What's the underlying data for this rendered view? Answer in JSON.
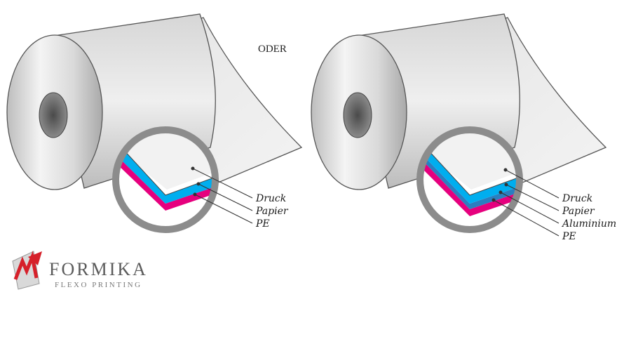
{
  "separator": "ODER",
  "left_roll": {
    "layers": [
      {
        "label": "Druck"
      },
      {
        "label": "Papier"
      },
      {
        "label": "PE"
      }
    ]
  },
  "right_roll": {
    "layers": [
      {
        "label": "Druck"
      },
      {
        "label": "Papier"
      },
      {
        "label": "Aluminium"
      },
      {
        "label": "PE"
      }
    ]
  },
  "logo": {
    "name": "FORMIKA",
    "tagline": "FLEXO PRINTING"
  },
  "colors": {
    "paper": "#00aeef",
    "pe": "#e6007e",
    "aluminium": "#2a7fc0",
    "ring": "#8c8c8c",
    "logo_red": "#d6202a"
  }
}
